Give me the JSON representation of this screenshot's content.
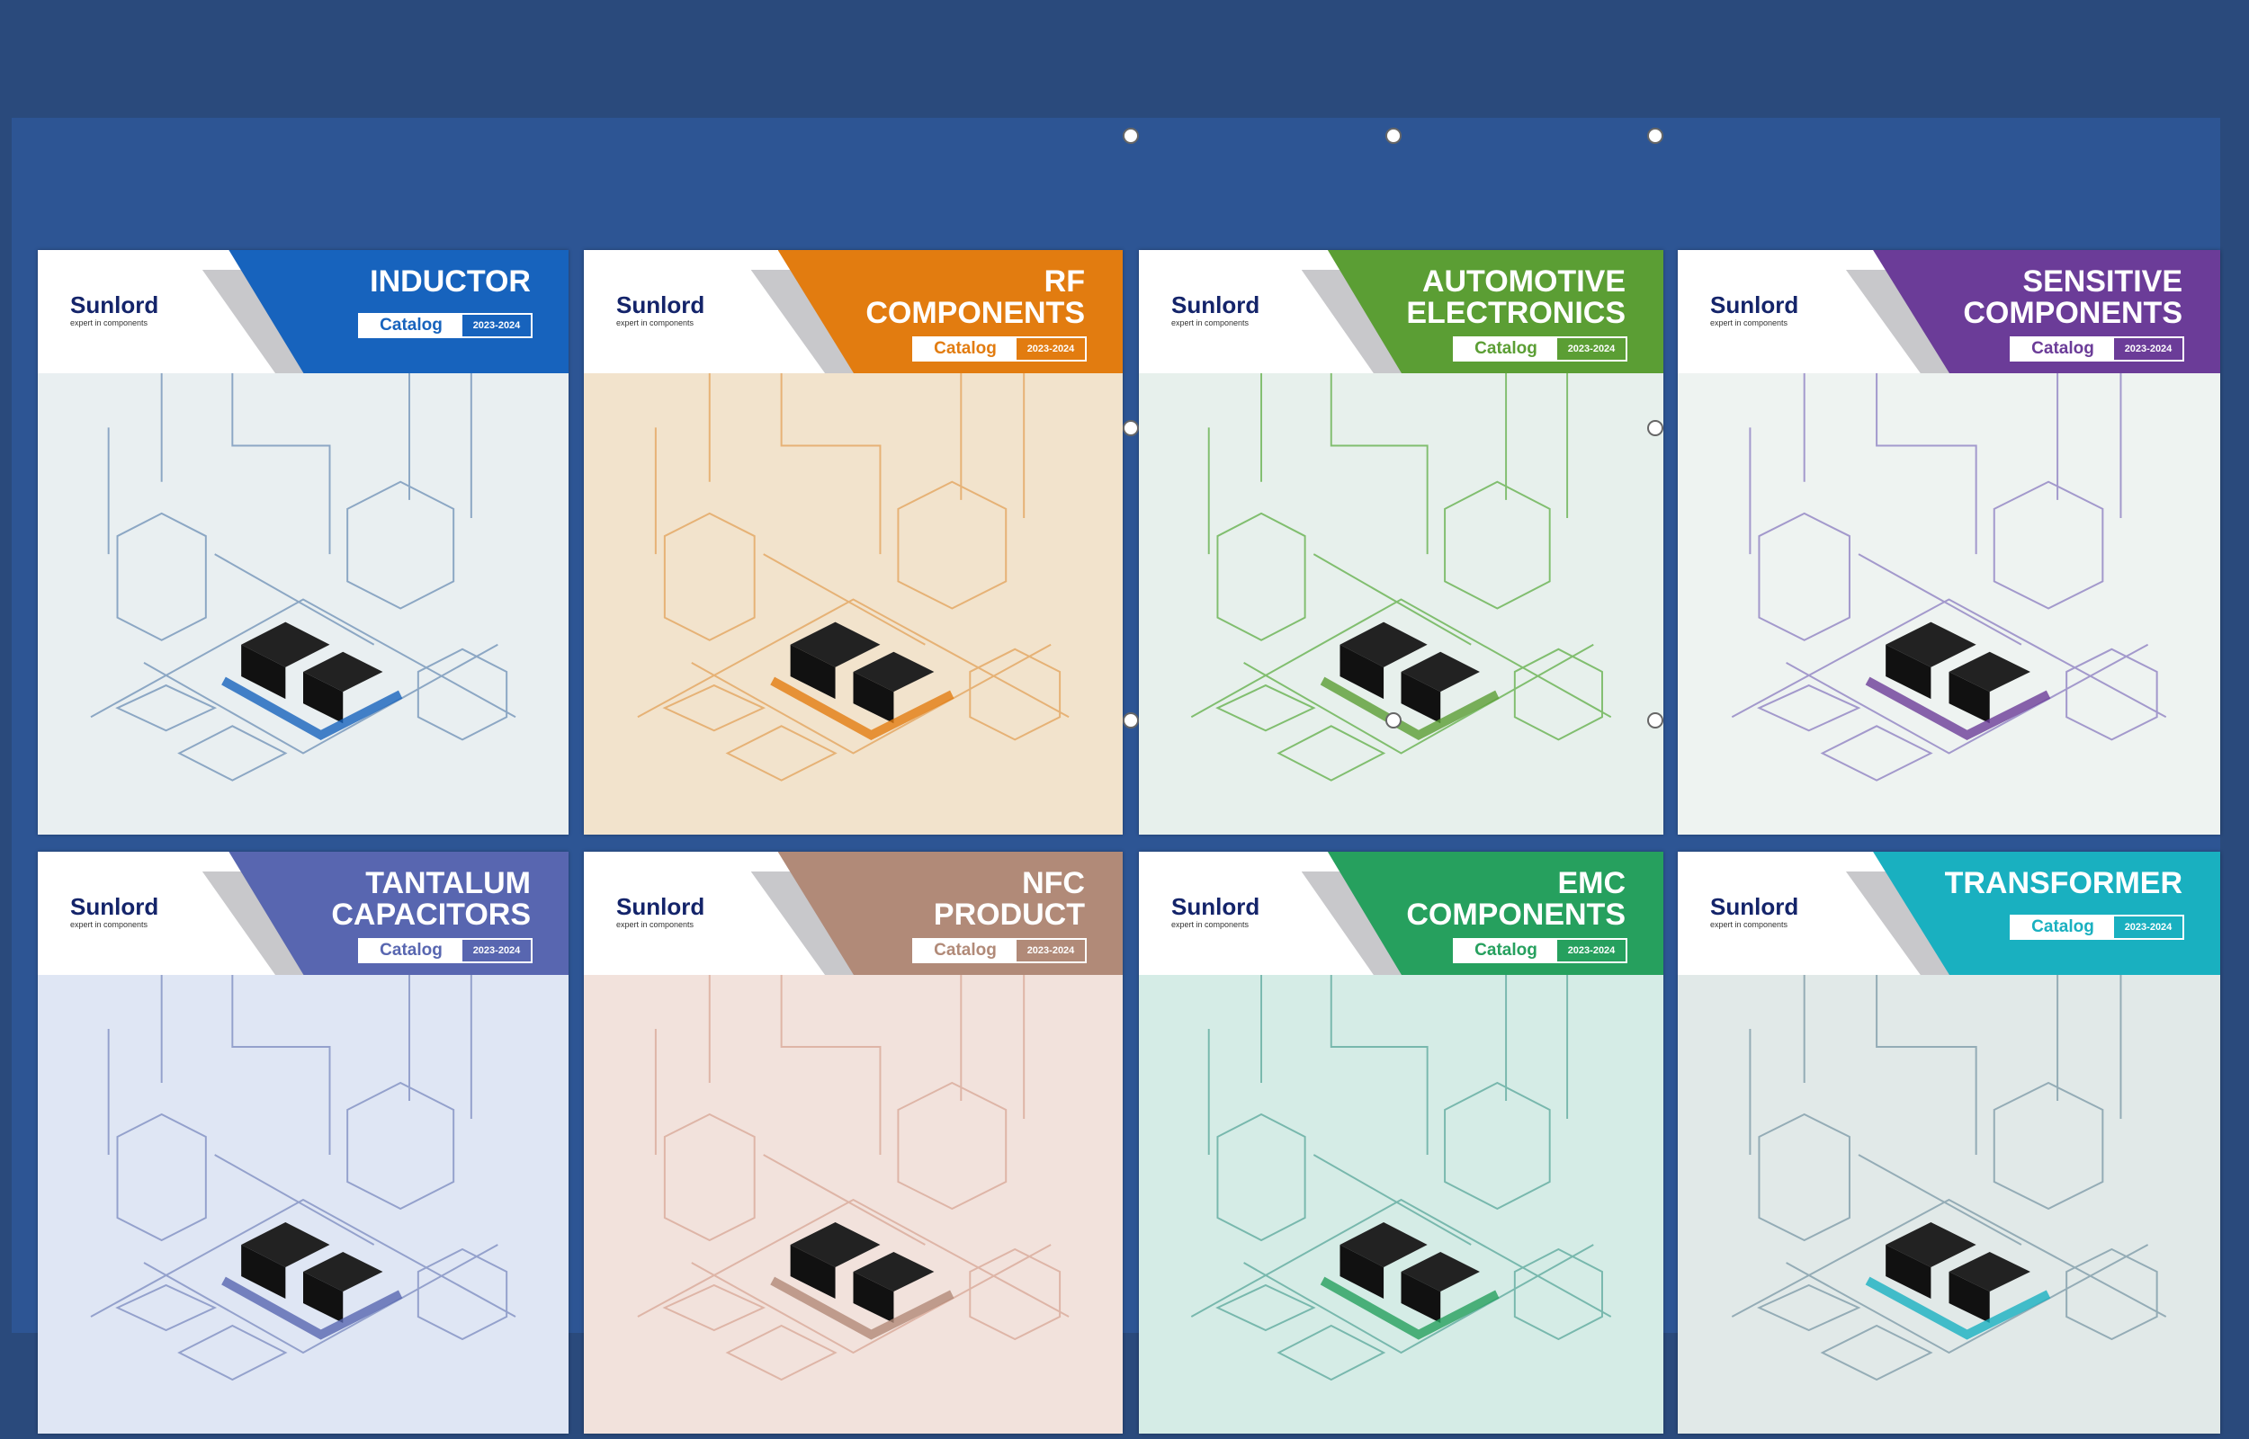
{
  "brand": {
    "name": "Sunlord",
    "tagline": "expert in components",
    "catalog_label": "Catalog",
    "year": "2023-2024"
  },
  "catalogs": [
    {
      "title": "INDUCTOR",
      "accent": "#1763bd",
      "bg": "#e9eff1",
      "line": "#6d8fb5",
      "selected": false
    },
    {
      "title": "RF\nCOMPONENTS",
      "accent": "#e27c10",
      "bg": "#f2e3cc",
      "line": "#e3a25a",
      "selected": false
    },
    {
      "title": "AUTOMOTIVE\nELECTRONICS",
      "accent": "#5b9e34",
      "bg": "#e7f0ec",
      "line": "#5fae46",
      "selected": true
    },
    {
      "title": "SENSITIVE\nCOMPONENTS",
      "accent": "#6b3c98",
      "bg": "#eef3f1",
      "line": "#8a7cc0",
      "selected": false
    },
    {
      "title": "TANTALUM\nCAPACITORS",
      "accent": "#5866b0",
      "bg": "#dfe6f4",
      "line": "#7b8bbf",
      "selected": false
    },
    {
      "title": "NFC\nPRODUCT",
      "accent": "#b18a78",
      "bg": "#f2e2dc",
      "line": "#d8a796",
      "selected": false
    },
    {
      "title": "EMC\nCOMPONENTS",
      "accent": "#26a05e",
      "bg": "#d5ece6",
      "line": "#5aa79b",
      "selected": false
    },
    {
      "title": "TRANSFORMER",
      "accent": "#19b0c0",
      "bg": "#e1e9e8",
      "line": "#7b98a6",
      "selected": false
    }
  ]
}
